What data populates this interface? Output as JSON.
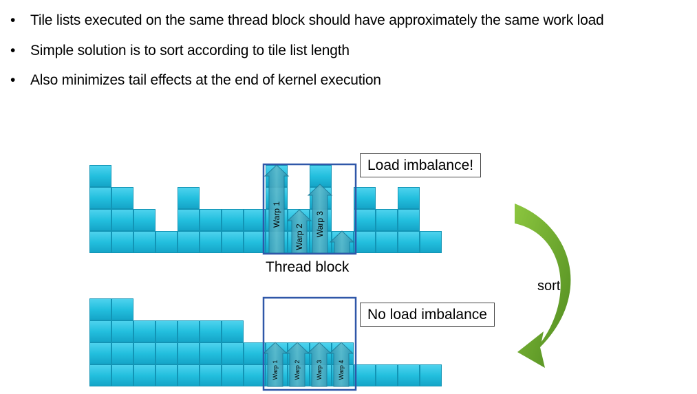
{
  "bullets": [
    "Tile lists executed on the same thread block should have approximately the same work load",
    "Simple solution is to sort according to tile list length",
    "Also minimizes tail effects at the end of kernel execution"
  ],
  "bullet_symbol": "•",
  "top_callout": "Load imbalance!",
  "bottom_callout": "No load imbalance",
  "thread_block_label": "Thread block",
  "sort_label": "sort",
  "top_warps": [
    "Warp 1",
    "Warp 2",
    "Warp 3"
  ],
  "bottom_warps": [
    "Warp 1",
    "Warp 2",
    "Warp 3",
    "Warp 4"
  ],
  "top_column_heights": [
    4,
    3,
    2,
    1,
    3,
    2,
    2,
    2,
    4,
    2,
    4,
    1,
    3,
    2,
    3,
    1
  ],
  "bottom_column_heights": [
    4,
    4,
    3,
    3,
    3,
    3,
    3,
    2,
    2,
    2,
    2,
    2,
    1,
    1,
    1,
    1
  ],
  "colors": {
    "tile_fill": "#23BFDE",
    "tile_edge": "#1294B5",
    "block_outline": "#2F57A8",
    "sort_arrow": "#6BA42D"
  }
}
